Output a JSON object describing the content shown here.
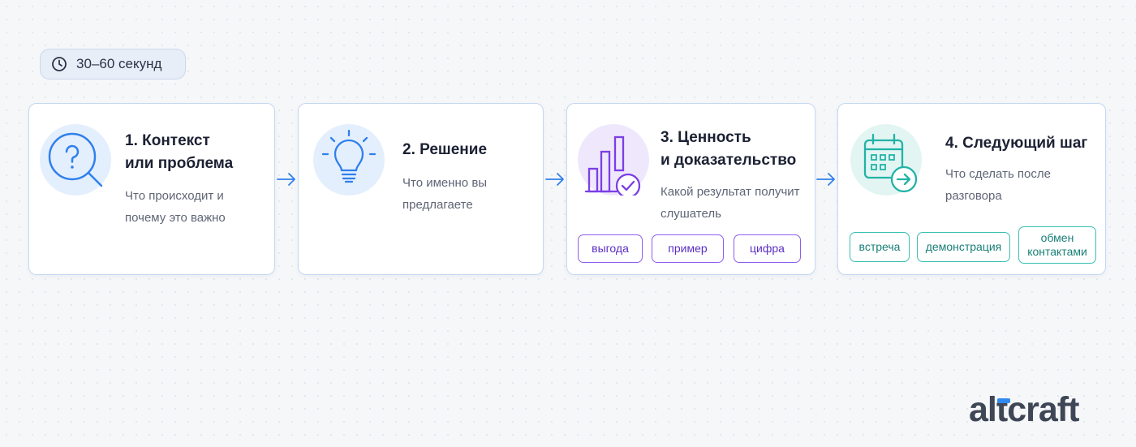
{
  "badge": {
    "icon": "clock-icon",
    "label": "30–60 секунд"
  },
  "steps": [
    {
      "icon": "question-search-icon",
      "title": "1. Контекст\nили проблема",
      "description": "Что происходит и\nпочему это важно"
    },
    {
      "icon": "lightbulb-icon",
      "title": "2. Решение",
      "description": "Что именно вы\nпредлагаете"
    },
    {
      "icon": "bar-chart-check-icon",
      "title": "3. Ценность\nи доказательство",
      "description": "Какой результат получит\nслушатель",
      "tags": [
        "выгода",
        "пример",
        "цифра"
      ]
    },
    {
      "icon": "calendar-arrow-icon",
      "title": "4. Следующий шаг",
      "description": "Что сделать после\nразговора",
      "tags": [
        "встреча",
        "демонстрация",
        "обмен\nконтактами"
      ]
    }
  ],
  "logo": {
    "text_before": "al",
    "text_accent": "t",
    "text_after": "craft"
  },
  "colors": {
    "accent_blue": "#2f80ed",
    "icon_purple": "#7b3fe4",
    "icon_teal": "#22b3a6",
    "logo_accent": "#2f8af0",
    "logo_text": "#3f4756"
  }
}
